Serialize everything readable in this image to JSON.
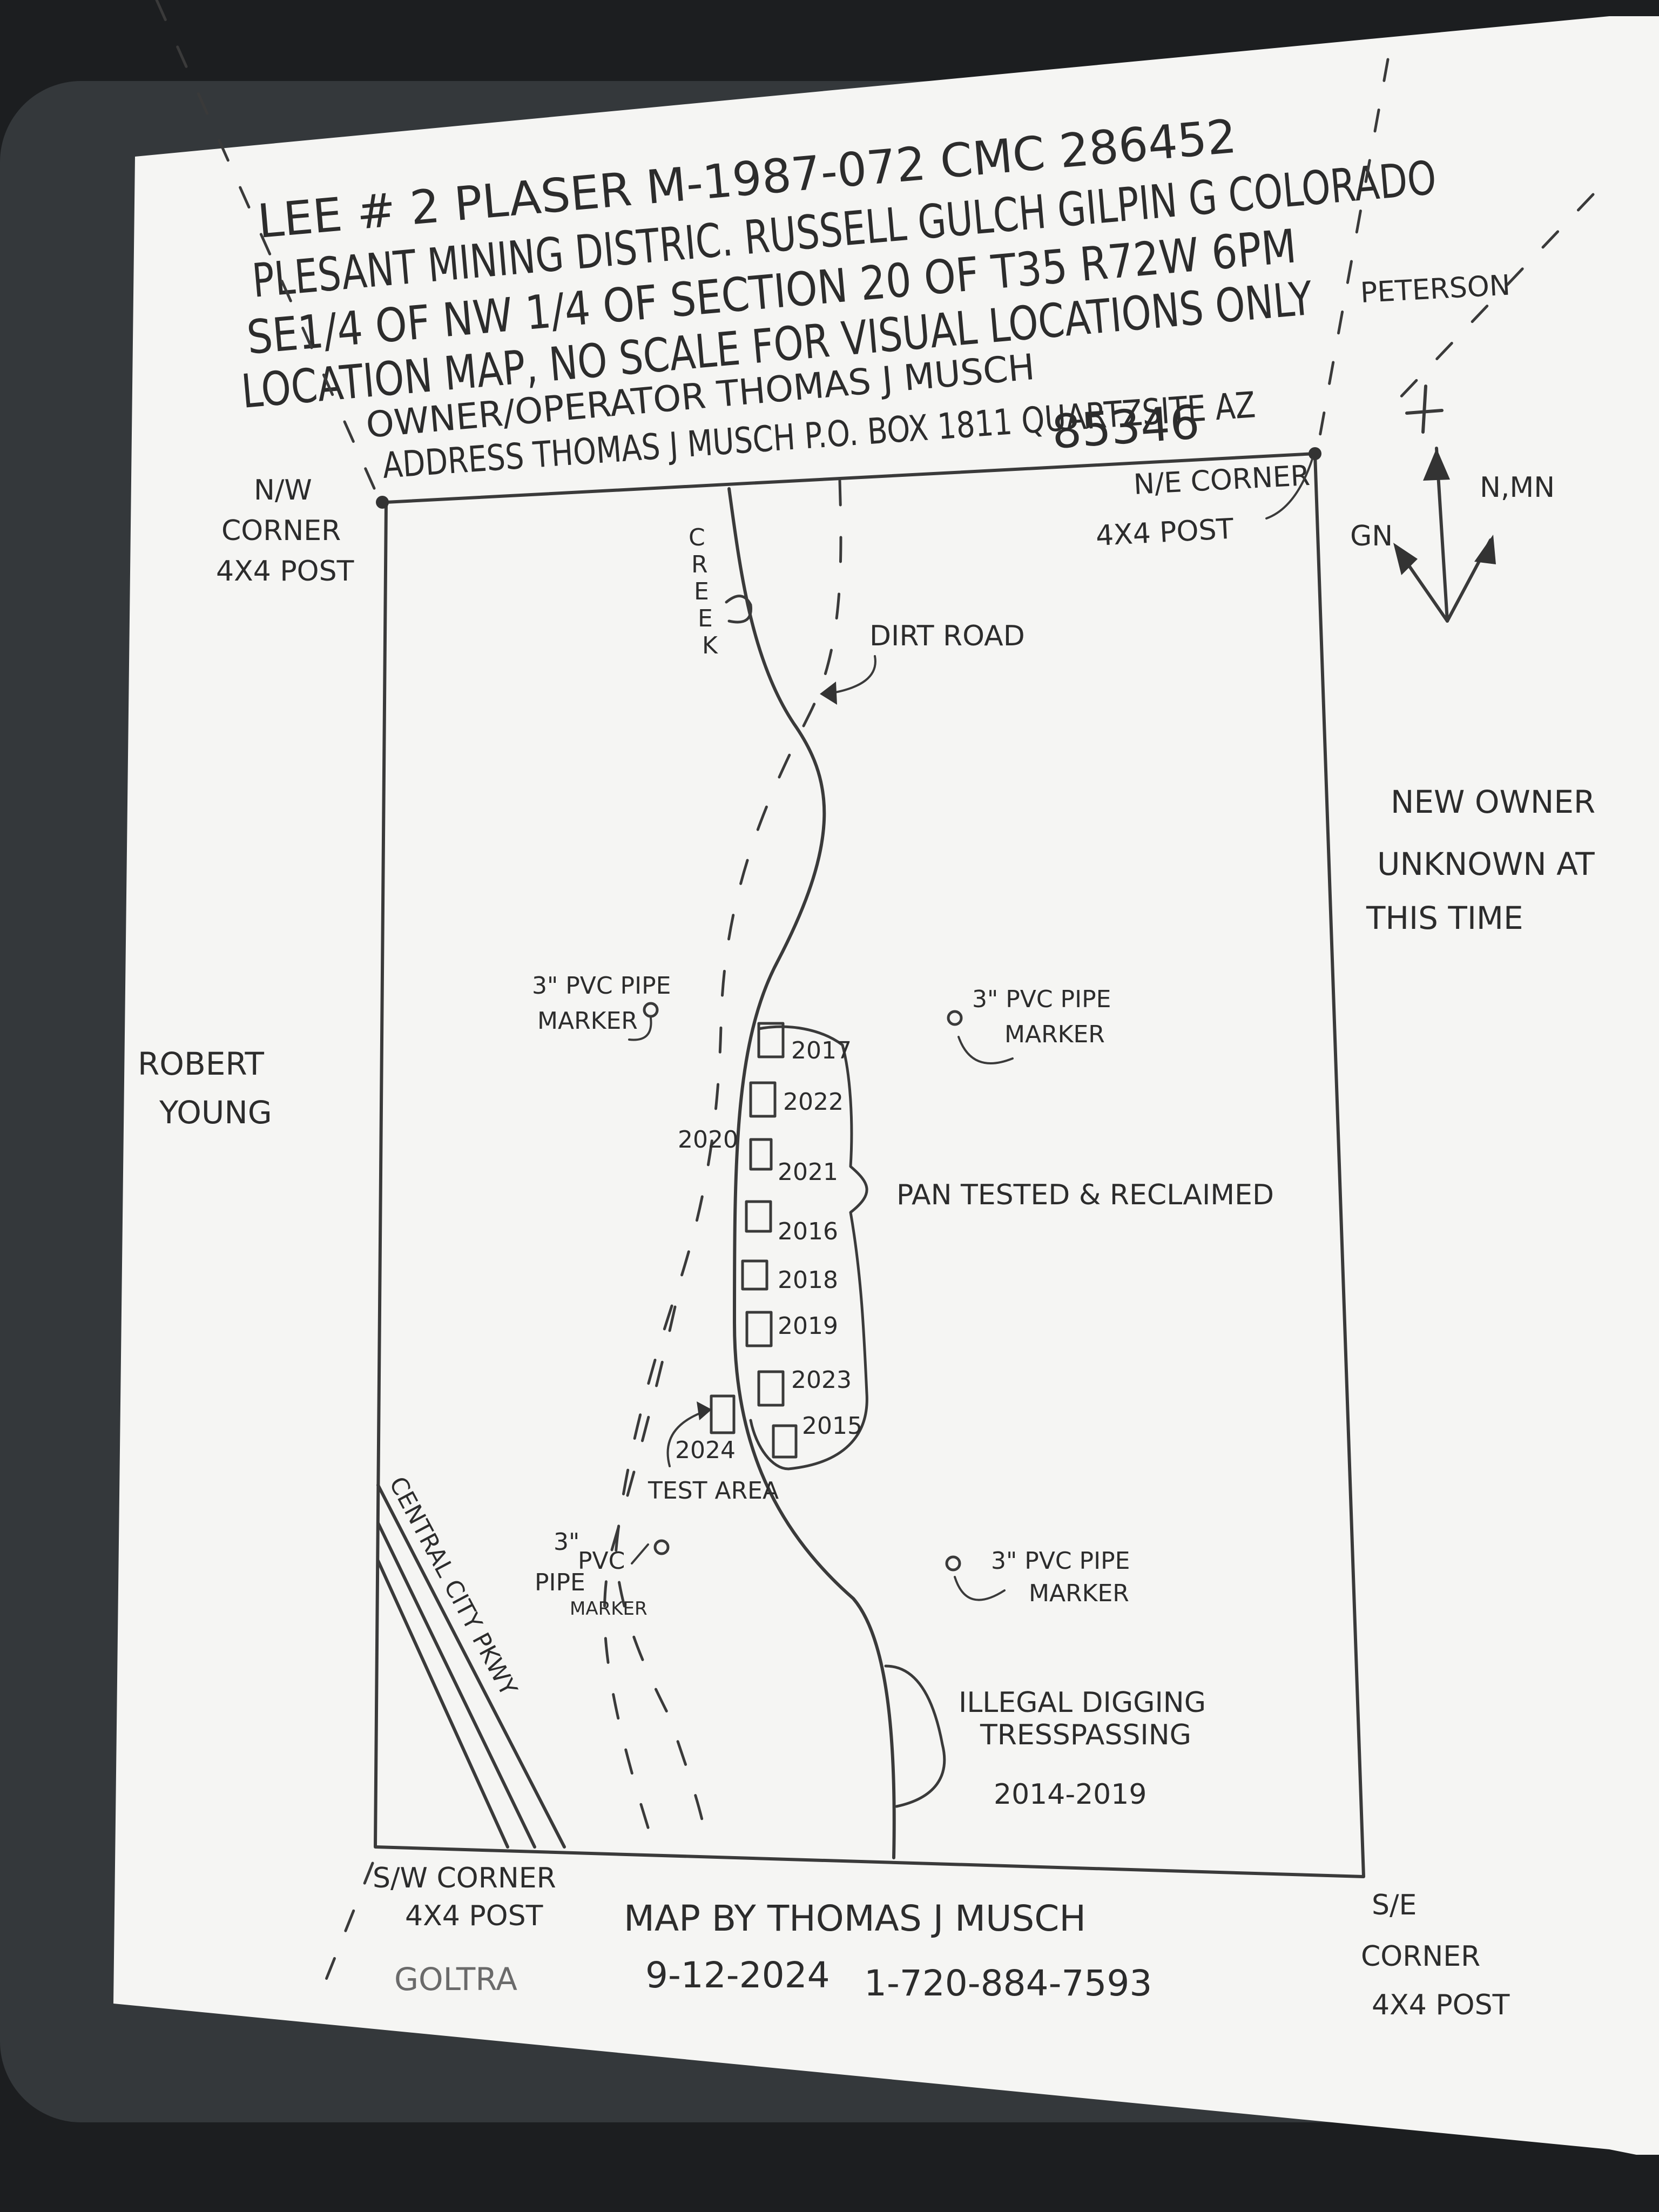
{
  "header": {
    "line1": "LEE # 2 PLASER M-1987-072 CMC 286452",
    "line2": "PLESANT MINING DISTRIC. RUSSELL GULCH GILPIN G COLORADO",
    "line3": "SE1/4 OF NW 1/4 OF SECTION 20 OF T35 R72W 6PM",
    "line4": "LOCATION MAP, NO SCALE FOR VISUAL LOCATIONS ONLY",
    "line5": "OWNER/OPERATOR THOMAS J MUSCH",
    "line6": "ADDRESS THOMAS J MUSCH P.O. BOX 1811 QUARTZSITE AZ",
    "line7": "85346"
  },
  "corners": {
    "nw": [
      "N/W",
      "CORNER",
      "4X4 POST"
    ],
    "ne": [
      "N/E CORNER",
      "4X4 POST"
    ],
    "sw": [
      "S/W CORNER",
      "4X4 POST"
    ],
    "se": [
      "S/E",
      "CORNER",
      "4X4 POST"
    ]
  },
  "neighbors": {
    "north_east": "PETERSON",
    "east": [
      "NEW OWNER",
      "UNKNOWN AT",
      "THIS TIME"
    ],
    "west": [
      "ROBERT",
      "YOUNG"
    ],
    "south": "GOLTRA"
  },
  "compass": {
    "gn": "GN",
    "n_mn": "N,MN"
  },
  "features": {
    "creek": [
      "C",
      "R",
      "E",
      "E",
      "K"
    ],
    "dirt_road": "DIRT ROAD",
    "highway": "CENTRAL CITY PKWY",
    "pvc_nw": [
      "3\" PVC PIPE",
      "MARKER"
    ],
    "pvc_ne": [
      "3\" PVC PIPE",
      "MARKER"
    ],
    "pvc_sw": [
      "3\"",
      "PVC",
      "PIPE",
      "MARKER"
    ],
    "pvc_se": [
      "3\" PVC PIPE",
      "MARKER"
    ],
    "pan_tested": "PAN TESTED & RECLAIMED",
    "test_area": "TEST AREA",
    "illegal": [
      "ILLEGAL DIGGING",
      "TRESSPASSING",
      "2014-2019"
    ]
  },
  "test_pits": [
    {
      "year": "2017"
    },
    {
      "year": "2022"
    },
    {
      "year": "2020"
    },
    {
      "year": "2021"
    },
    {
      "year": "2016"
    },
    {
      "year": "2018"
    },
    {
      "year": "2019"
    },
    {
      "year": "2023"
    },
    {
      "year": "2015"
    },
    {
      "year": "2024"
    }
  ],
  "footer": {
    "author": "MAP BY THOMAS J MUSCH",
    "date": "9-12-2024",
    "phone": "1-720-884-7593"
  }
}
